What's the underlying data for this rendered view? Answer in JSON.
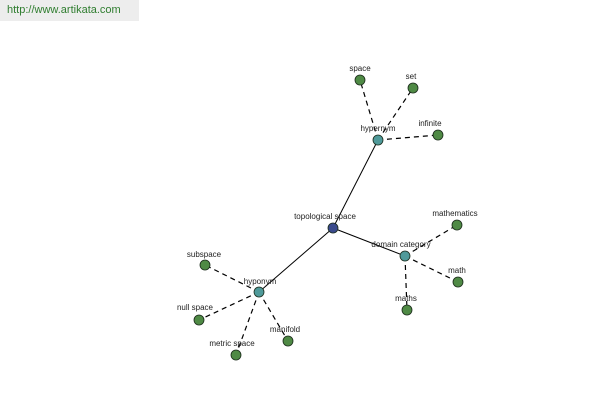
{
  "source": {
    "url_text": "http://www.artikata.com"
  },
  "colors": {
    "root_fill": "#3a4a8c",
    "relation_fill": "#4f9a9a",
    "leaf_fill": "#4f8a45",
    "stroke": "#1a2a1a"
  },
  "graph": {
    "root": {
      "label": "topological space"
    },
    "relations": [
      {
        "key": "hypernym",
        "label": "hypernym",
        "children": [
          "space",
          "set",
          "infinite"
        ]
      },
      {
        "key": "domain",
        "label": "domain category",
        "children": [
          "mathematics",
          "math",
          "maths"
        ]
      },
      {
        "key": "hyponym",
        "label": "hyponym",
        "children": [
          "subspace",
          "null space",
          "metric space",
          "manifold"
        ]
      }
    ]
  }
}
